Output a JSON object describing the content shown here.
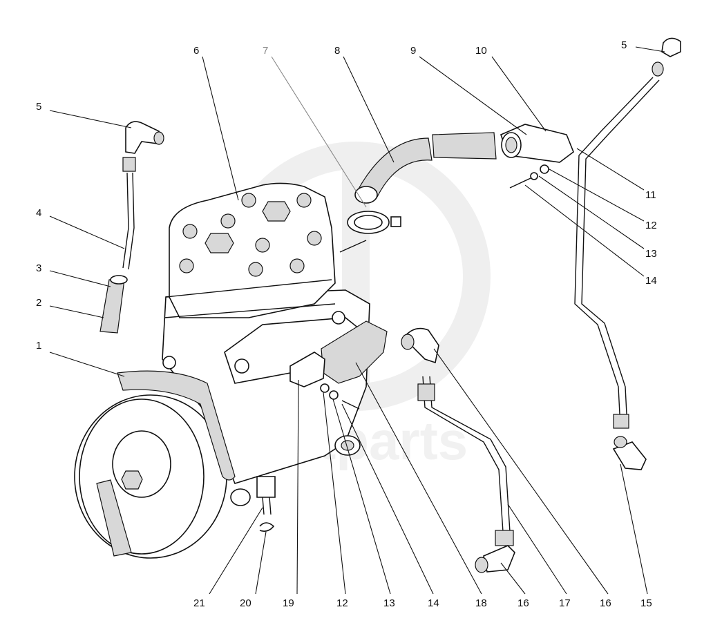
{
  "watermark": {
    "text": "datatparts",
    "color": "#e4e4e4"
  },
  "callouts": {
    "c1": "1",
    "c2": "2",
    "c3": "3",
    "c4": "4",
    "c5a": "5",
    "c5b": "5",
    "c6": "6",
    "c7": "7",
    "c8": "8",
    "c9": "9",
    "c10": "10",
    "c11": "11",
    "c12a": "12",
    "c13a": "13",
    "c14a": "14",
    "c21": "21",
    "c20": "20",
    "c19": "19",
    "c12b": "12",
    "c13b": "13",
    "c14b": "14",
    "c18": "18",
    "c16a": "16",
    "c17": "17",
    "c16b": "16",
    "c15": "15"
  },
  "colors": {
    "ink": "#111111",
    "dim_label": "#888888",
    "paper": "#ffffff"
  }
}
